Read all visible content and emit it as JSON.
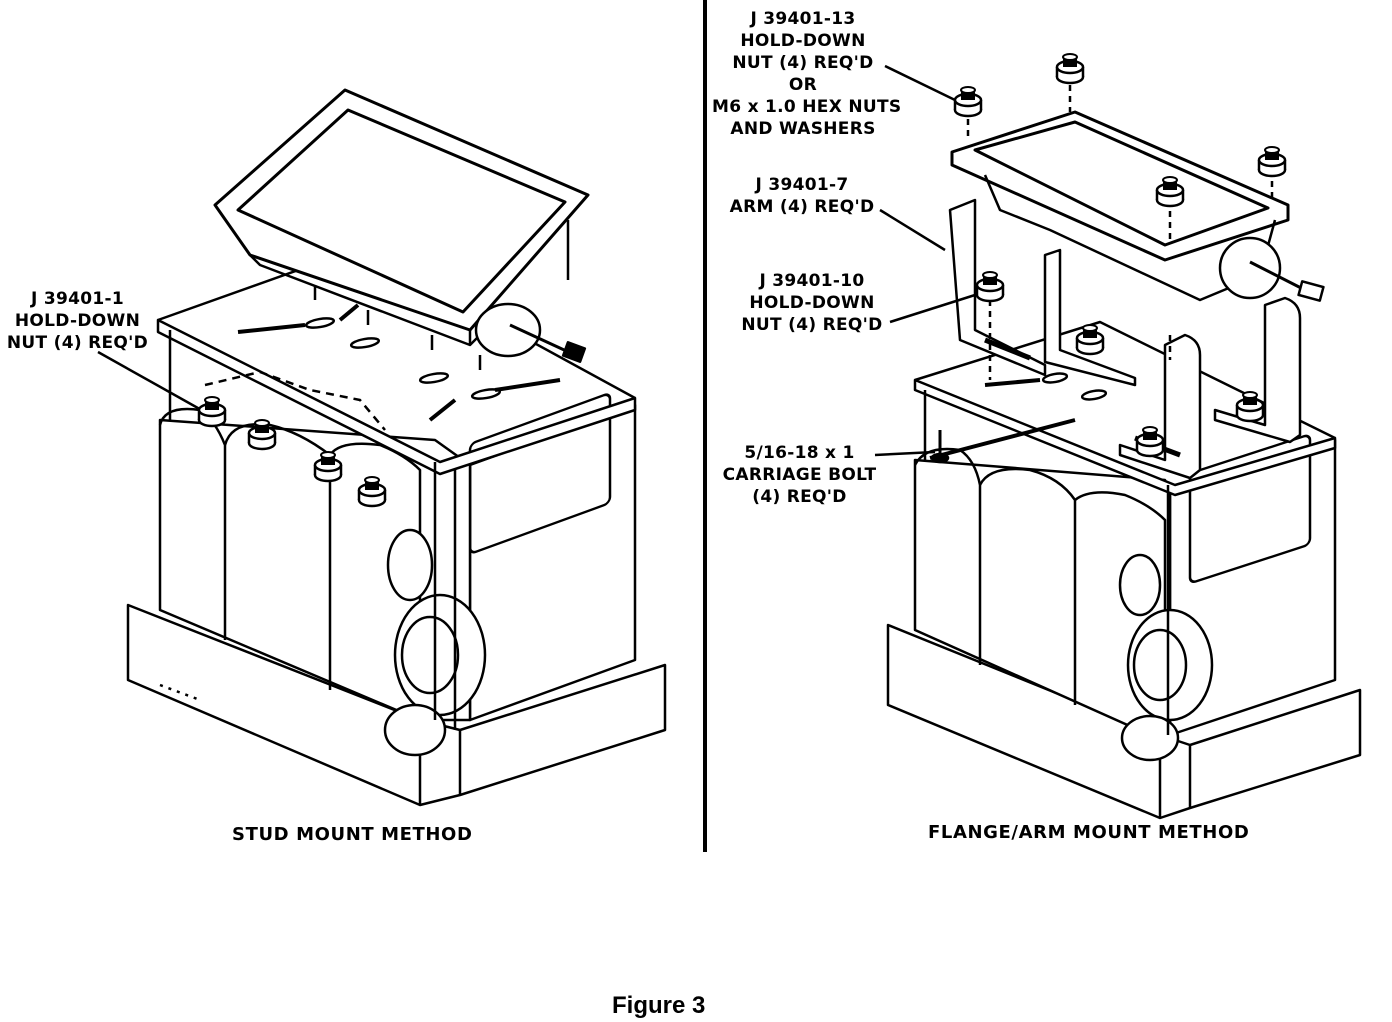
{
  "left_panel": {
    "callout": [
      "J 39401-1",
      "HOLD-DOWN",
      "NUT (4) REQ'D"
    ],
    "caption": "STUD MOUNT METHOD"
  },
  "right_panel": {
    "callout_top": [
      "J 39401-13",
      "HOLD-DOWN",
      "NUT (4) REQ'D",
      "OR",
      "M6 x 1.0 HEX NUTS",
      "AND WASHERS"
    ],
    "callout_arm": [
      "J 39401-7",
      "ARM (4) REQ'D"
    ],
    "callout_nut": [
      "J 39401-10",
      "HOLD-DOWN",
      "NUT (4) REQ'D"
    ],
    "callout_bolt": [
      "5/16-18 x 1",
      "CARRIAGE BOLT",
      "(4) REQ'D"
    ],
    "caption": "FLANGE/ARM MOUNT METHOD"
  },
  "figure_label": "Figure 3"
}
